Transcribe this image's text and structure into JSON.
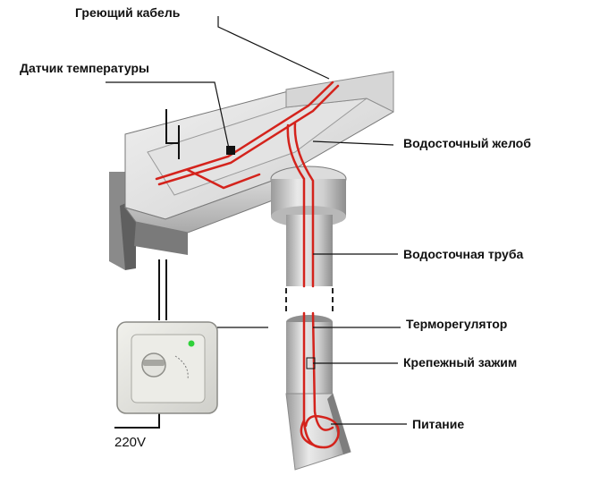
{
  "labels": {
    "heating_cable": "Греющий кабель",
    "temp_sensor": "Датчик температуры",
    "gutter": "Водосточный желоб",
    "downpipe": "Водосточная труба",
    "thermostat": "Терморегулятор",
    "mounting_clamp": "Крепежный зажим",
    "power": "Питание",
    "voltage": "220V"
  },
  "colors": {
    "cable": "#d4231c",
    "leader": "#111111",
    "metal_light": "#e6e6e6",
    "metal_mid": "#c9c9c9",
    "metal_dark": "#8e8e8e",
    "indicator": "#2fd13a"
  }
}
